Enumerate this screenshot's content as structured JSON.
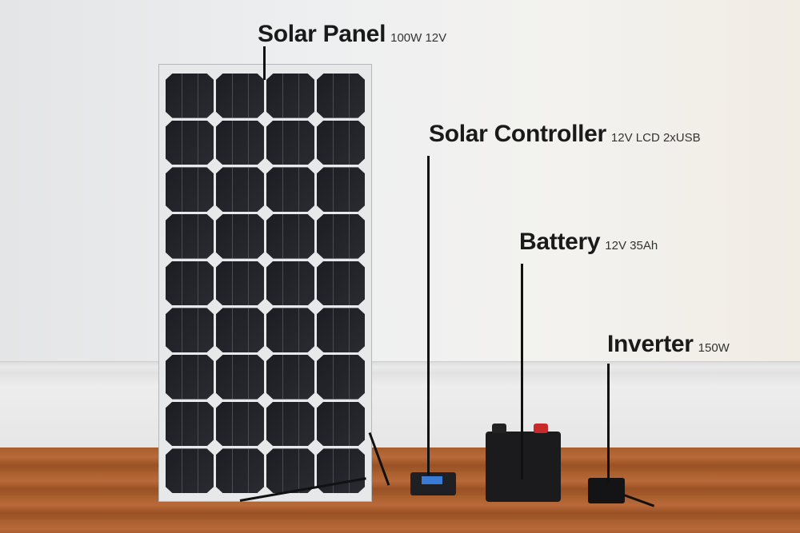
{
  "labels": [
    {
      "name": "Solar Panel",
      "spec": "100W 12V"
    },
    {
      "name": "Solar Controller",
      "spec": "12V LCD 2xUSB"
    },
    {
      "name": "Battery",
      "spec": "12V 35Ah"
    },
    {
      "name": "Inverter",
      "spec": "150W"
    }
  ],
  "panel": {
    "columns": 4,
    "rows": 9
  }
}
